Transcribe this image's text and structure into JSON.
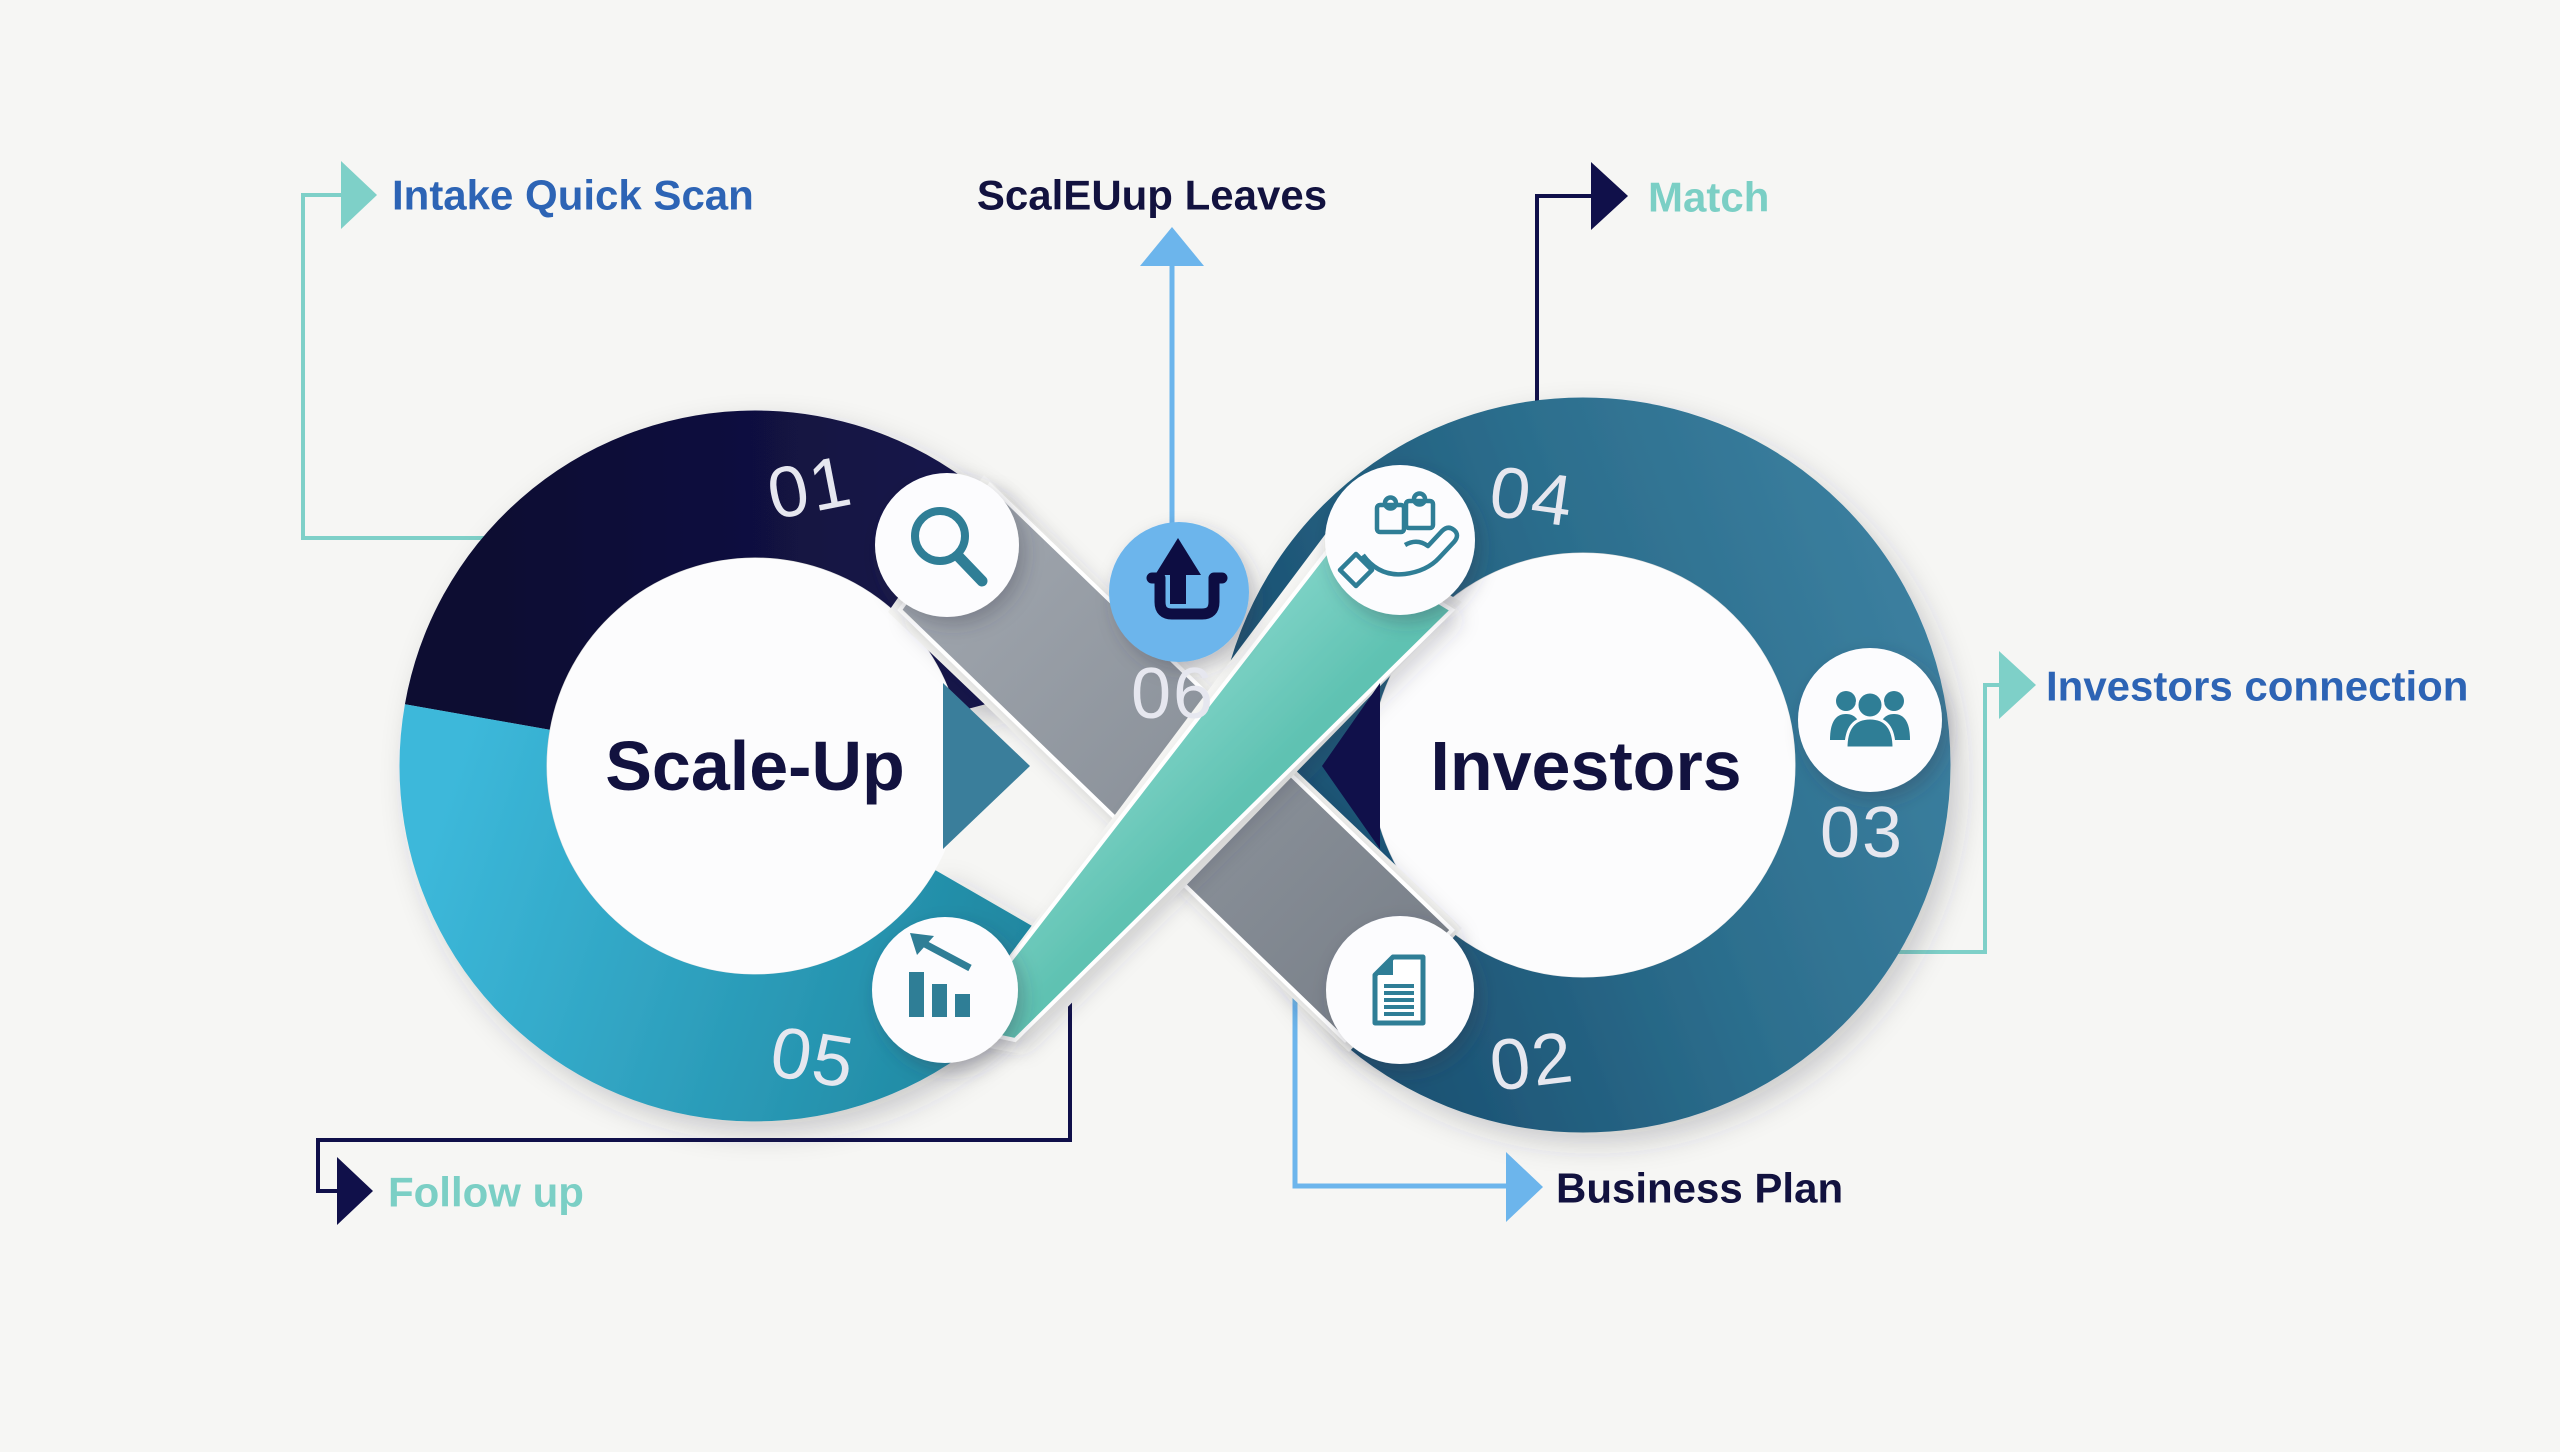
{
  "diagram_title": "Scale-Up / Investors infinity process loop",
  "colors": {
    "background": "#f6f6f4",
    "navy": "#0e0e3c",
    "cyan": "#39b6d8",
    "steel_blue": "#2e7191",
    "gray_ribbon": "#8d939c",
    "teal_ribbon": "#7bd2c6",
    "light_blue": "#6cb5ec",
    "label_blue": "#2d64b5",
    "label_teal": "#7bcfc5",
    "icon_teal": "#2f7e96"
  },
  "loops": {
    "scaleup": {
      "title": "Scale-Up"
    },
    "investors": {
      "title": "Investors"
    }
  },
  "steps": [
    {
      "number": "01",
      "icon": "magnifier-icon"
    },
    {
      "number": "02",
      "icon": "document-icon"
    },
    {
      "number": "03",
      "icon": "people-group-icon"
    },
    {
      "number": "04",
      "icon": "hand-puzzle-icon"
    },
    {
      "number": "05",
      "icon": "bar-chart-icon"
    },
    {
      "number": "06",
      "icon": "upload-icon"
    }
  ],
  "callouts": {
    "intake_quick_scan": {
      "text": "Intake Quick Scan"
    },
    "scaleuup_leaves": {
      "text": "ScalEUup Leaves"
    },
    "match": {
      "text": "Match"
    },
    "investors_connection": {
      "text": "Investors connection"
    },
    "business_plan": {
      "text": "Business Plan"
    },
    "follow_up": {
      "text": "Follow up"
    }
  }
}
